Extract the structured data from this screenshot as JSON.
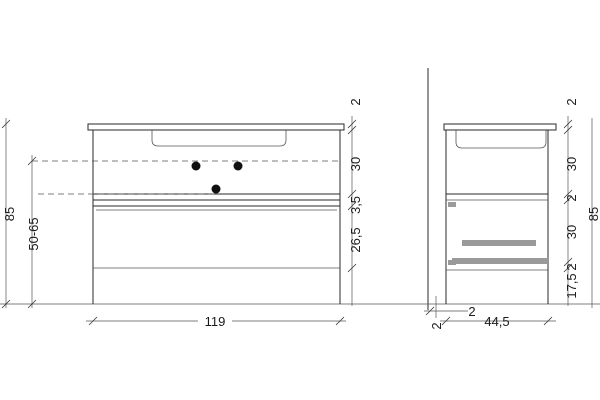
{
  "front": {
    "width": "119",
    "total_height": "85",
    "installation_height": "50-65",
    "dims": [
      "2",
      "30",
      "3,5",
      "26,5"
    ]
  },
  "side": {
    "depth": "44,5",
    "offset_bottom": "2",
    "offset_wall": "2",
    "total_height": "85",
    "dims": [
      "2",
      "30",
      "2",
      "30",
      "2",
      "17,5"
    ]
  }
}
